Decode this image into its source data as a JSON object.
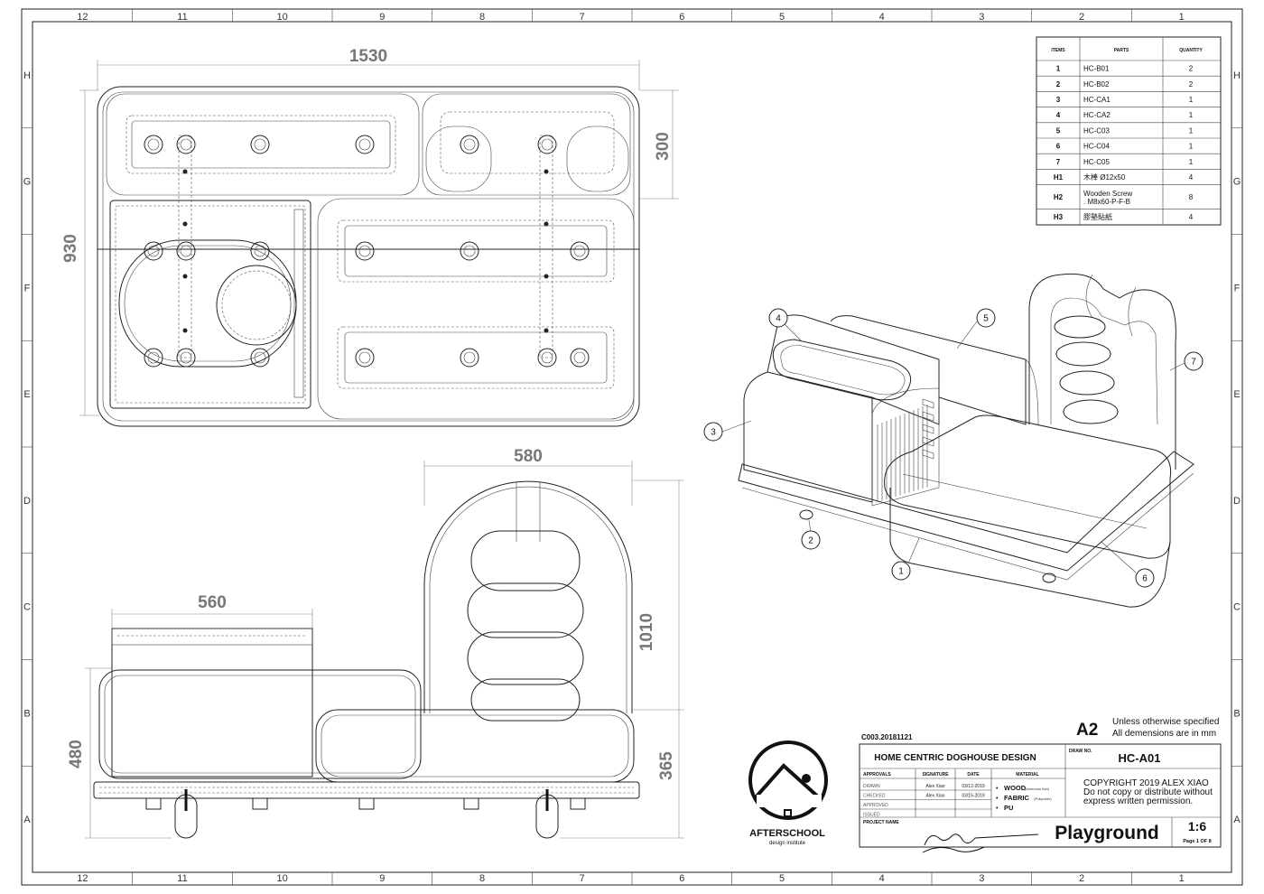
{
  "zones": {
    "columns": [
      "12",
      "11",
      "10",
      "9",
      "8",
      "7",
      "6",
      "5",
      "4",
      "3",
      "2",
      "1"
    ],
    "rows": [
      "H",
      "G",
      "F",
      "E",
      "D",
      "C",
      "B",
      "A"
    ]
  },
  "dimensions": {
    "top_width": "1530",
    "top_depth": "930",
    "top_segment": "300",
    "front_arch_width": "580",
    "front_block_width": "560",
    "front_height": "1010",
    "front_block_height": "480",
    "front_step_height": "365"
  },
  "parts_table": {
    "headers": [
      "ITEMS",
      "PARTS",
      "QUANTITY"
    ],
    "rows": [
      {
        "item": "1",
        "part": "HC-B01",
        "qty": "2"
      },
      {
        "item": "2",
        "part": "HC-B02",
        "qty": "2"
      },
      {
        "item": "3",
        "part": "HC-CA1",
        "qty": "1"
      },
      {
        "item": "4",
        "part": "HC-CA2",
        "qty": "1"
      },
      {
        "item": "5",
        "part": "HC-C03",
        "qty": "1"
      },
      {
        "item": "6",
        "part": "HC-C04",
        "qty": "1"
      },
      {
        "item": "7",
        "part": "HC-C05",
        "qty": "1"
      },
      {
        "item": "H1",
        "part": "木棒 Ø12x50",
        "qty": "4"
      },
      {
        "item": "H2",
        "part": "Wooden Screw",
        "part_line2": ". M8x60-P-F-B",
        "qty": "8"
      },
      {
        "item": "H3",
        "part": "膠墊貼紙",
        "qty": "4"
      }
    ]
  },
  "callouts": [
    "1",
    "2",
    "3",
    "4",
    "5",
    "6",
    "7"
  ],
  "title_block": {
    "doc_code": "C003.20181121",
    "sheet_size": "A2",
    "units_note_1": "Unless otherwise specified",
    "units_note_2": "All demensions are in mm",
    "title": "HOME CENTRIC DOGHOUSE DESIGN",
    "draw_no_label": "DRAW NO.",
    "draw_no": "HC-A01",
    "approvals": {
      "headers": [
        "APPROVALS",
        "SIGNATURE",
        "DATE"
      ],
      "rows": [
        {
          "role": "DRAWN",
          "signature": "Alex Xiao",
          "date": "03/12-2019"
        },
        {
          "role": "CHECKED",
          "signature": "Alex Xiao",
          "date": "03/15-2019"
        },
        {
          "role": "APPROVED",
          "signature": "",
          "date": ""
        },
        {
          "role": "ISSUED",
          "signature": "",
          "date": ""
        }
      ]
    },
    "material_header": "MATERIAL",
    "materials": [
      {
        "name": "WOOD",
        "note": "(American Ash)"
      },
      {
        "name": "FABRIC",
        "note": "(Polyester)"
      },
      {
        "name": "PU",
        "note": ""
      }
    ],
    "copyright_1": "COPYRIGHT 2019 ALEX XIAO",
    "copyright_2": "Do not  copy or distribute without",
    "copyright_3": "express written permission.",
    "project_name_label": "PROJECT NAME",
    "project_name": "Playground",
    "scale": "1:6",
    "page": "Page 1 OF 8"
  },
  "logo": {
    "name": "AFTERSCHOOL",
    "subtitle": "design institute"
  }
}
